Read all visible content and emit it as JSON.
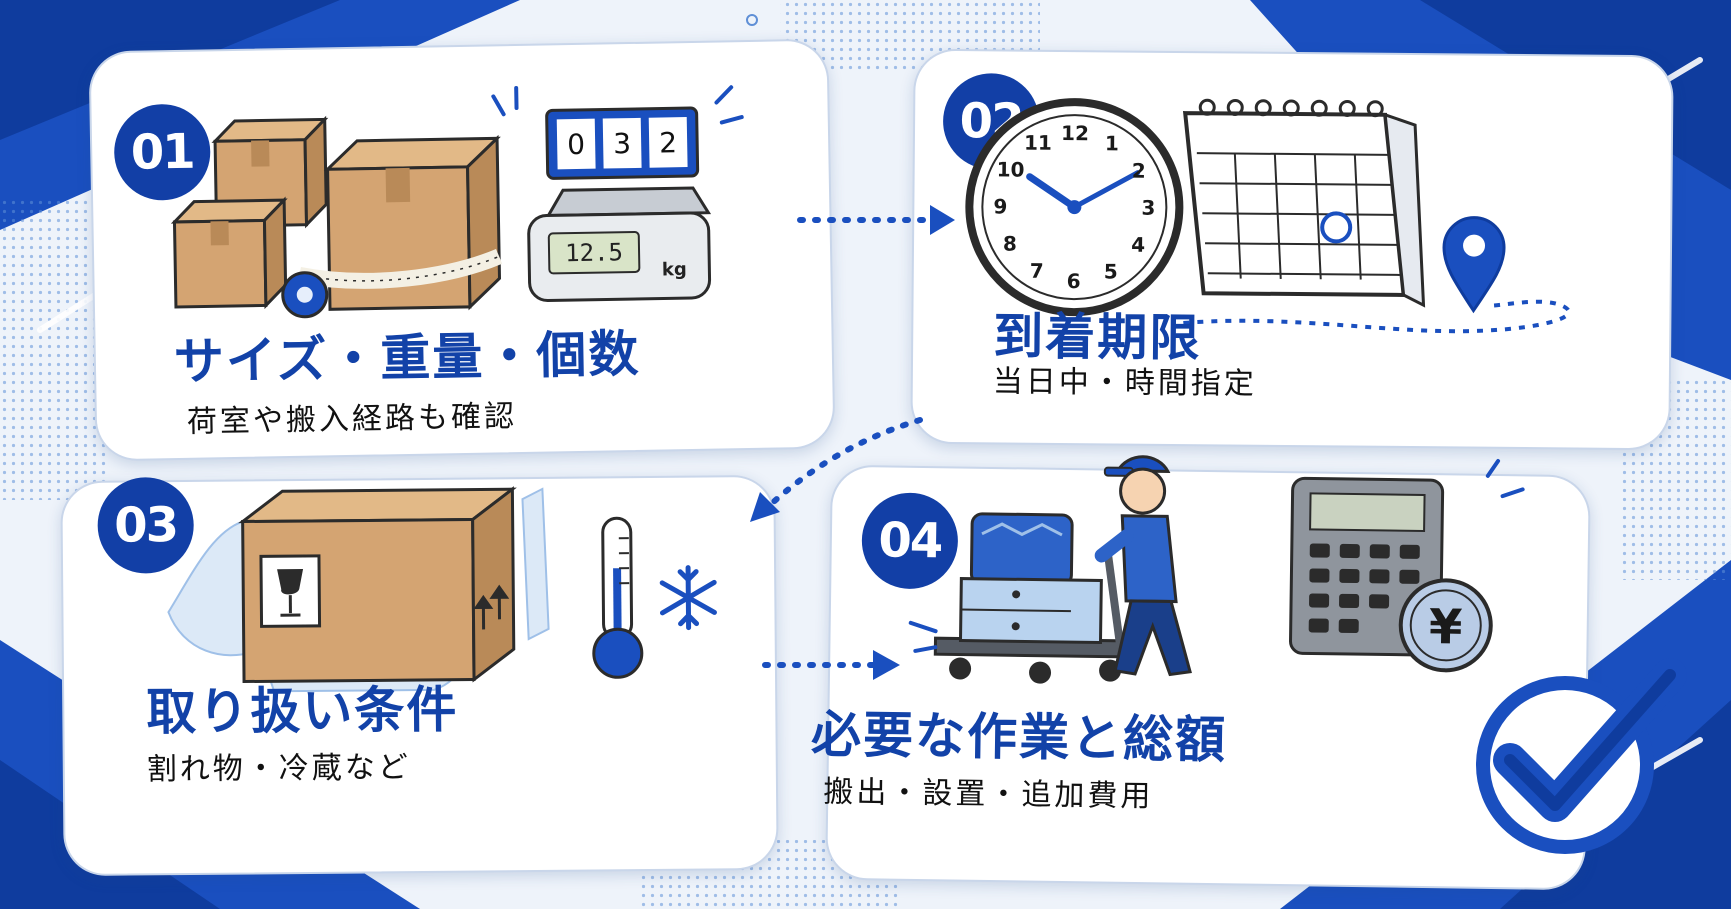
{
  "steps": [
    {
      "number": "01",
      "title": "サイズ・重量・個数",
      "subtitle": "荷室や搬入経路も確認",
      "counter_digits": [
        "0",
        "3",
        "2"
      ],
      "scale_display": "12.5",
      "scale_unit": "kg",
      "icons": [
        "cardboard-box",
        "tape-measure",
        "digital-scale",
        "counter"
      ]
    },
    {
      "number": "02",
      "title": "到着期限",
      "subtitle": "当日中・時間指定",
      "clock_numerals": [
        "12",
        "1",
        "2",
        "3",
        "4",
        "5",
        "6",
        "7",
        "8",
        "9",
        "10",
        "11"
      ],
      "icons": [
        "clock",
        "calendar",
        "location-pin"
      ]
    },
    {
      "number": "03",
      "title": "取り扱い条件",
      "subtitle": "割れ物・冷蔵など",
      "icons": [
        "fragile-box",
        "bubble-wrap",
        "thermometer",
        "snowflake"
      ]
    },
    {
      "number": "04",
      "title": "必要な作業と総額",
      "subtitle": "搬出・設置・追加費用",
      "currency_symbol": "¥",
      "icons": [
        "delivery-worker",
        "hand-truck",
        "calculator",
        "yen-coin",
        "checkmark"
      ]
    }
  ],
  "colors": {
    "accent": "#123fa6",
    "title": "#1242a8",
    "light_blue": "#9fc0e8",
    "cardboard": "#d4a472",
    "background": "#eef3fa"
  }
}
